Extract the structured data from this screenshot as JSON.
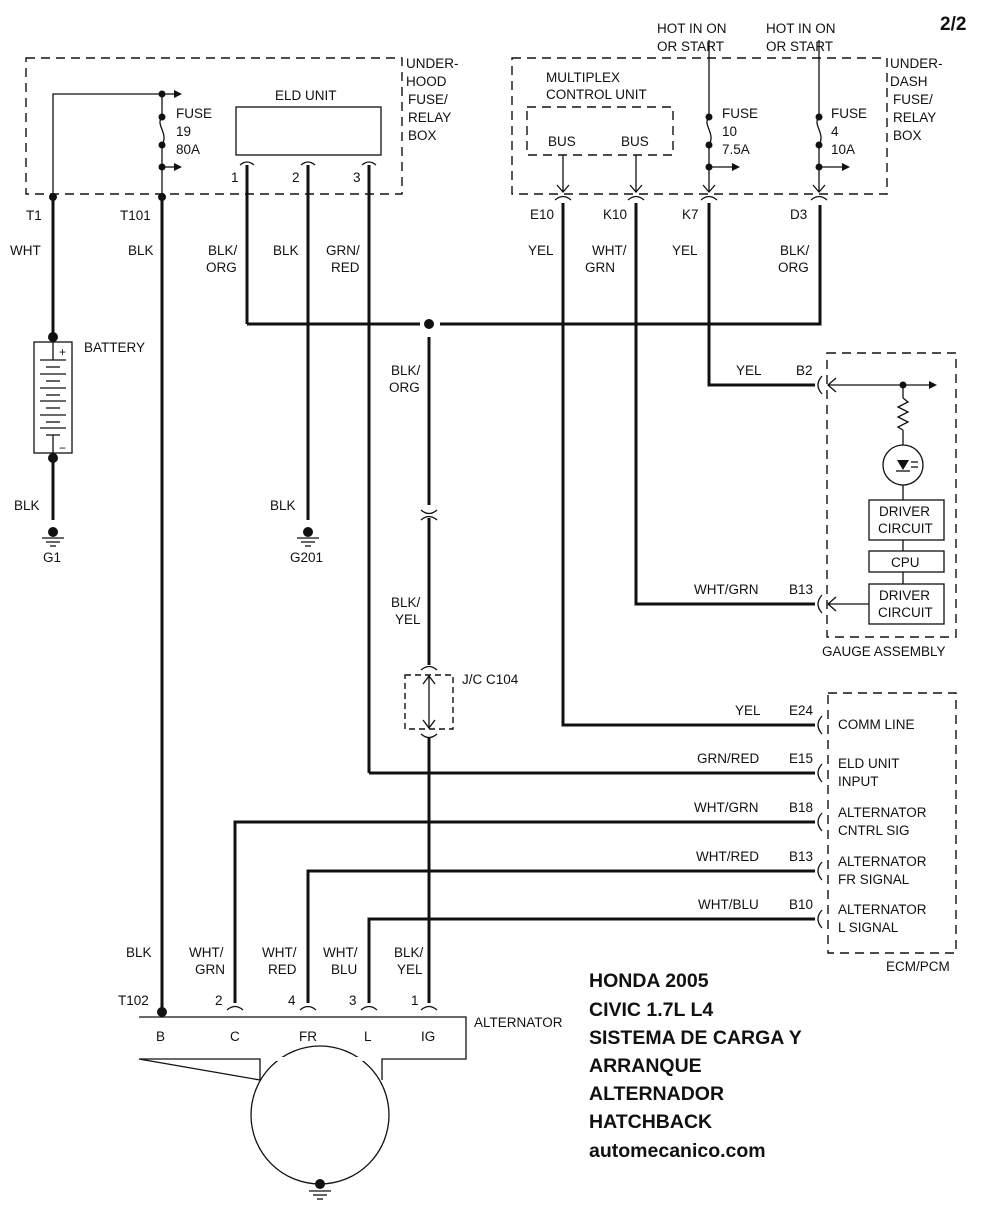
{
  "page_indicator": "2/2",
  "title_block": {
    "lines": [
      "HONDA 2005",
      "CIVIC 1.7L L4",
      "SISTEMA DE CARGA Y",
      "ARRANQUE",
      "ALTERNADOR",
      "HATCHBACK",
      "automecanico.com"
    ]
  },
  "underhood_box": {
    "label": [
      "UNDER-",
      "HOOD",
      "FUSE/",
      "RELAY",
      "BOX"
    ],
    "fuse": [
      "FUSE",
      "19",
      "80A"
    ],
    "eld_unit": "ELD UNIT",
    "eld_pins": [
      "1",
      "2",
      "3"
    ],
    "terminals": [
      "T1",
      "T101"
    ]
  },
  "underdash_box": {
    "label": [
      "UNDER-",
      "DASH",
      "FUSE/",
      "RELAY",
      "BOX"
    ],
    "multiplex": [
      "MULTIPLEX",
      "CONTROL UNIT"
    ],
    "bus_labels": [
      "BUS",
      "BUS"
    ],
    "hot_labels": [
      [
        "HOT IN ON",
        "OR START"
      ],
      [
        "HOT IN ON",
        "OR START"
      ]
    ],
    "fuse10": [
      "FUSE",
      "10",
      "7.5A"
    ],
    "fuse4": [
      "FUSE",
      "4",
      "10A"
    ],
    "pins": [
      "E10",
      "K10",
      "K7",
      "D3"
    ]
  },
  "wire_colors": {
    "t1": "WHT",
    "t101": "BLK",
    "eld1": [
      "BLK/",
      "ORG"
    ],
    "eld2": "BLK",
    "eld3": [
      "GRN/",
      "RED"
    ],
    "e10": "YEL",
    "k10": [
      "WHT/",
      "GRN"
    ],
    "k7": "YEL",
    "d3": [
      "BLK/",
      "ORG"
    ],
    "splice_down": [
      "BLK/",
      "ORG"
    ],
    "to_jc": [
      "BLK/",
      "YEL"
    ],
    "battery_gnd": "BLK",
    "g201_wire": "BLK"
  },
  "battery": {
    "label": "BATTERY",
    "plus": "+",
    "minus": "−"
  },
  "grounds": [
    "G1",
    "G201"
  ],
  "junction": "J/C C104",
  "gauge_assembly": {
    "label": "GAUGE ASSEMBLY",
    "blocks": [
      [
        "DRIVER",
        "CIRCUIT"
      ],
      [
        "CPU"
      ],
      [
        "DRIVER",
        "CIRCUIT"
      ]
    ],
    "pins": [
      {
        "pin": "B2",
        "wire": "YEL"
      },
      {
        "pin": "B13",
        "wire": "WHT/GRN"
      }
    ]
  },
  "ecm": {
    "label": "ECM/PCM",
    "rows": [
      {
        "wire": "YEL",
        "pin": "E24",
        "signal": [
          "COMM LINE"
        ]
      },
      {
        "wire": "GRN/RED",
        "pin": "E15",
        "signal": [
          "ELD UNIT",
          "INPUT"
        ]
      },
      {
        "wire": "WHT/GRN",
        "pin": "B18",
        "signal": [
          "ALTERNATOR",
          "CNTRL SIG"
        ]
      },
      {
        "wire": "WHT/RED",
        "pin": "B13",
        "signal": [
          "ALTERNATOR",
          "FR SIGNAL"
        ]
      },
      {
        "wire": "WHT/BLU",
        "pin": "B10",
        "signal": [
          "ALTERNATOR",
          "L SIGNAL"
        ]
      }
    ]
  },
  "alternator": {
    "label": "ALTERNATOR",
    "terminal": "T102",
    "terminals": [
      "B",
      "C",
      "FR",
      "L",
      "IG"
    ],
    "pin_numbers": [
      "2",
      "4",
      "3",
      "1"
    ],
    "wires": [
      "BLK",
      [
        "WHT/",
        "GRN"
      ],
      [
        "WHT/",
        "RED"
      ],
      [
        "WHT/",
        "BLU"
      ],
      [
        "BLK/",
        "YEL"
      ]
    ]
  }
}
